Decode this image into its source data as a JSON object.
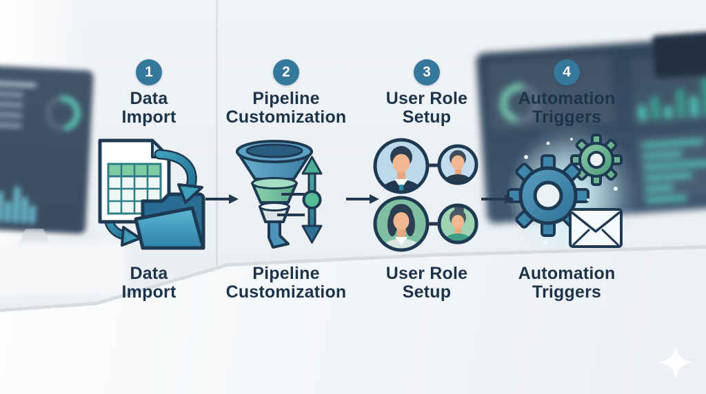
{
  "steps": [
    {
      "number": "1",
      "label_top": [
        "Data",
        "Import"
      ],
      "label_bottom": [
        "Data",
        "Import"
      ],
      "icon": "spreadsheet-to-folder-icon"
    },
    {
      "number": "2",
      "label_top": [
        "Pipeline",
        "Customization"
      ],
      "label_bottom": [
        "Pipeline",
        "Customization"
      ],
      "icon": "funnel-slider-icon"
    },
    {
      "number": "3",
      "label_top": [
        "User Role",
        "Setup"
      ],
      "label_bottom": [
        "User Role",
        "Setup"
      ],
      "icon": "user-avatars-icon"
    },
    {
      "number": "4",
      "label_top": [
        "Automation",
        "Triggers"
      ],
      "label_bottom": [
        "Automation",
        "Triggers"
      ],
      "icon": "gears-email-icon"
    }
  ],
  "colors": {
    "badge_background": "#35789b",
    "badge_text": "#ffffff",
    "label_text": "#1d3349",
    "arrow": "#22384e",
    "funnel_blue": "#4e94ba",
    "funnel_green": "#74c39e",
    "funnel_gray": "#dbe3e9",
    "gear_blue": "#3f86ad",
    "gear_green": "#6db591",
    "folder_blue": "#2e7ea6",
    "spreadsheet_green": "#7ecba4",
    "avatar_background_blue": "#bcd9ec",
    "avatar_background_green": "#7fc0a2",
    "dashboard_teal": "#4cc0b0"
  },
  "decor": {
    "sparkle": "four-point-star-icon",
    "background": "blurred-office-with-dashboard-monitors"
  }
}
